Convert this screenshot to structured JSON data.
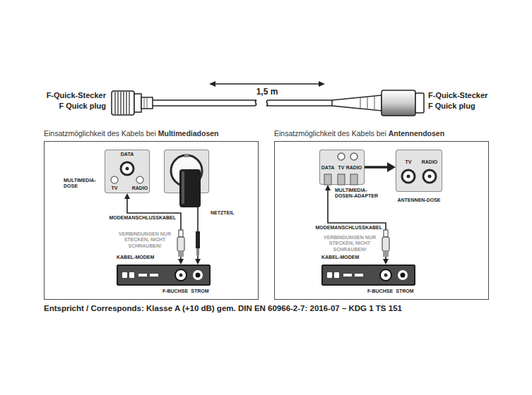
{
  "diagram": {
    "caption": "Entspricht / Corresponds: Klasse A (+10 dB) gem. DIN EN 60966-2-7: 2016-07 – KDG 1 TS 151",
    "nodes": [
      {
        "text": [
          "Einsatzmöglichkeit des Kabels bei",
          "Multimediadosen"
        ]
      },
      {
        "text": [
          "MULTIMEDIA-DOSE",
          "DATA",
          "TV",
          "RADIO"
        ],
        "in": 0
      },
      {
        "text": [
          "NETZTEIL"
        ],
        "in": 0
      },
      {
        "text": [
          "KABEL-MODEM"
        ],
        "in": 0
      },
      {
        "text": [
          "Einsatzmöglichkeit des Kabels bei",
          "Antennendosen"
        ]
      },
      {
        "text": [
          "MULTIMEDIA-DOSEN-ADAPTER",
          "DATA",
          "TV",
          "RADIO"
        ],
        "in": 4
      },
      {
        "text": [
          "ANTENNEN-DOSE",
          "TV",
          "RADIO"
        ],
        "in": 4
      },
      {
        "text": [
          "KABEL-MODEM"
        ],
        "in": 4
      }
    ],
    "edges": [
      {
        "from": 1,
        "to": 3,
        "arrow": "both",
        "label": "MODEMANSCHLUSSKABEL"
      },
      {
        "from": 2,
        "to": 3,
        "arrow": "to"
      },
      {
        "from": 5,
        "to": 6,
        "arrow": "to"
      },
      {
        "from": 5,
        "to": 7,
        "arrow": "both",
        "label": "MODEMANSCHLUSSKABEL"
      }
    ],
    "labels": [
      "F-Quick-Stecker",
      "F Quick plug",
      "1,5 m",
      "F-Quick-Stecker",
      "F Quick plug",
      "VERBINDUNGEN NUR STECKEN, NICHT SCHRAUBEN!",
      "F-BUCHSE",
      "STROM",
      "VERBINDUNGEN NUR STECKEN, NICHT SCHRAUBEN!",
      "F-BUCHSE",
      "STROM"
    ]
  }
}
